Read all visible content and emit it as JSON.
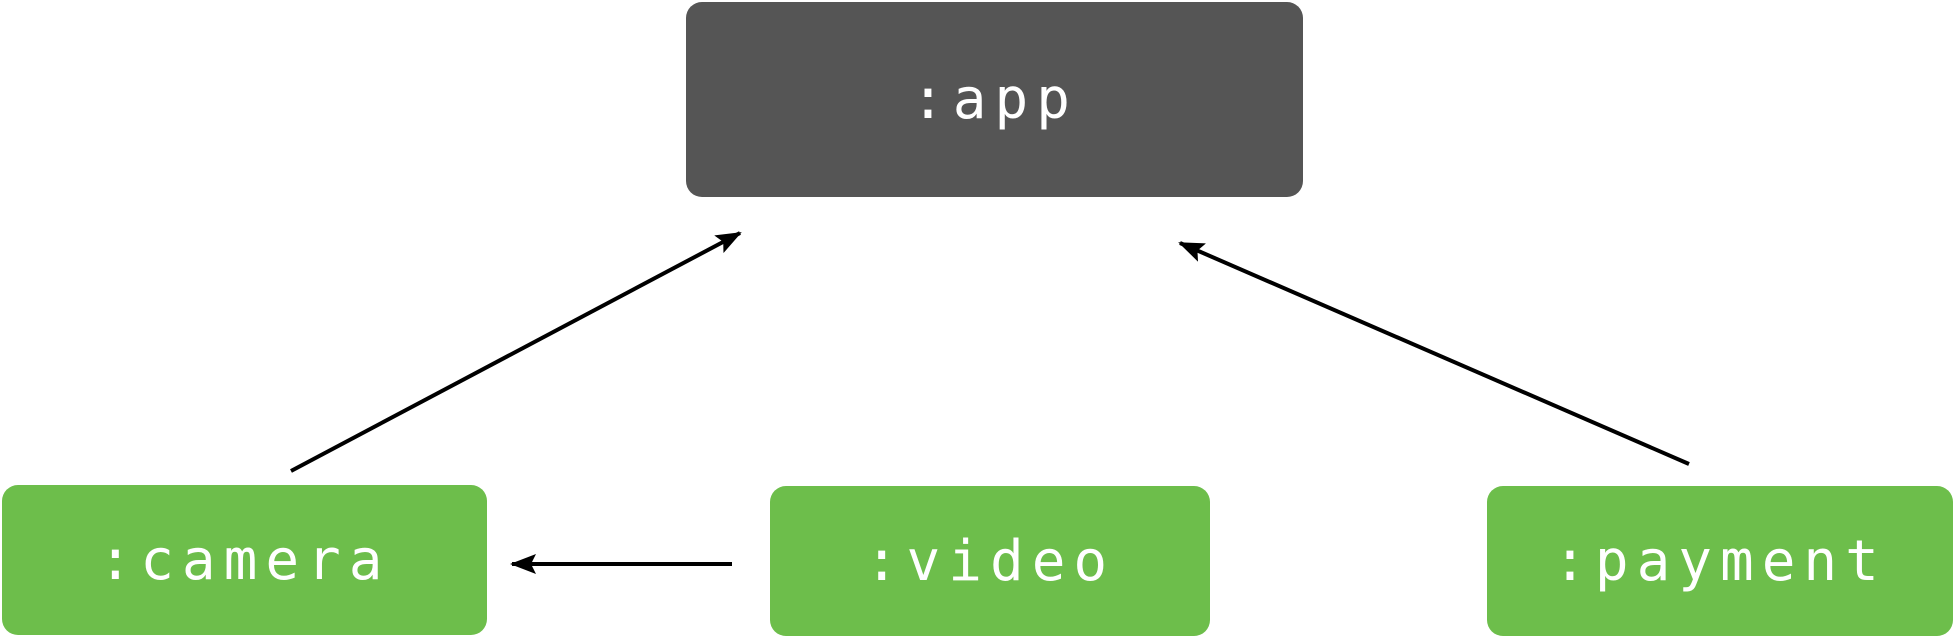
{
  "diagram": {
    "type": "dependency-graph",
    "nodes": {
      "app": {
        "label": ":app",
        "color": "#555555",
        "text_color": "#ffffff"
      },
      "camera": {
        "label": ":camera",
        "color": "#6DBE4B",
        "text_color": "#ffffff"
      },
      "video": {
        "label": ":video",
        "color": "#6DBE4B",
        "text_color": "#ffffff"
      },
      "payment": {
        "label": ":payment",
        "color": "#6DBE4B",
        "text_color": "#ffffff"
      }
    },
    "edges": [
      {
        "from": ":camera",
        "to": ":app"
      },
      {
        "from": ":payment",
        "to": ":app"
      },
      {
        "from": ":video",
        "to": ":camera"
      }
    ],
    "colors": {
      "background": "#ffffff",
      "arrow": "#000000"
    }
  }
}
